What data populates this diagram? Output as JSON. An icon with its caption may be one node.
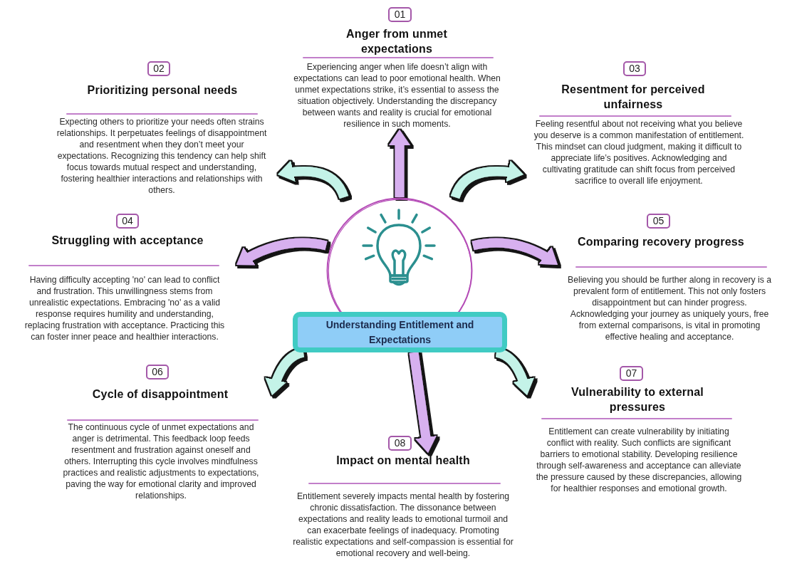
{
  "diagram": {
    "nodes": [
      {
        "text": [
          "Understanding Entitlement and Expectations"
        ]
      },
      {
        "text": [],
        "shape": "circle"
      },
      {
        "text": [
          "01"
        ]
      },
      {
        "text": [
          "Anger from unmet expectations",
          "Experiencing anger when life doesn’t align with expectations can lead to poor emotional health. When unmet expectations strike, it’s essential to assess the situation objectively. Understanding the discrepancy between wants and reality is crucial for emotional resilience in such moments."
        ]
      },
      {
        "text": [
          "02"
        ]
      },
      {
        "text": [
          "Prioritizing personal needs",
          "Expecting others to prioritize your needs often strains relationships. It perpetuates feelings of disappointment and resentment when they don’t meet your expectations. Recognizing this tendency can help shift focus towards mutual respect and understanding, fostering healthier interactions and relationships with others."
        ]
      },
      {
        "text": [
          "03"
        ]
      },
      {
        "text": [
          "Resentment for perceived unfairness",
          "Feeling resentful about not receiving what you believe you deserve is a common manifestation of entitlement. This mindset can cloud judgment, making it difficult to appreciate life’s positives. Acknowledging and cultivating gratitude can shift focus from perceived sacrifice to overall life enjoyment."
        ]
      },
      {
        "text": [
          "04"
        ]
      },
      {
        "text": [
          "Struggling with acceptance",
          "Having difficulty accepting 'no' can lead to conflict and frustration. This unwillingness stems from unrealistic expectations. Embracing 'no' as a valid response requires humility and understanding, replacing frustration with acceptance. Practicing this can foster inner peace and healthier interactions."
        ]
      },
      {
        "text": [
          "05"
        ]
      },
      {
        "text": [
          "Comparing recovery progress",
          "Believing you should be further along in recovery is a prevalent form of entitlement. This not only fosters disappointment but can hinder progress. Acknowledging your journey as uniquely yours, free from external comparisons, is vital in promoting effective healing and acceptance."
        ]
      },
      {
        "text": [
          "06"
        ]
      },
      {
        "text": [
          "Cycle of disappointment",
          "The continuous cycle of unmet expectations and anger is detrimental. This feedback loop feeds resentment and frustration against oneself and others. Interrupting this cycle involves mindfulness practices and realistic adjustments to expectations, paving the way for emotional clarity and improved relationships."
        ]
      },
      {
        "text": [
          "07"
        ]
      },
      {
        "text": [
          "Vulnerability to external pressures",
          "Entitlement can create vulnerability by initiating conflict with reality. Such conflicts are significant barriers to emotional stability. Developing resilience through self-awareness and acceptance can alleviate the pressure caused by these discrepancies, allowing for healthier responses and emotional growth."
        ]
      },
      {
        "text": [
          "08"
        ]
      },
      {
        "text": [
          "Impact on mental health",
          "Entitlement severely impacts mental health by fostering chronic dissatisfaction. The dissonance between expectations and reality leads to emotional turmoil and can exacerbate feelings of inadequacy. Promoting realistic expectations and self-compassion is essential for emotional recovery and well-being."
        ]
      }
    ],
    "edges": [
      {
        "from": 1,
        "to": 3,
        "arrow": "to",
        "color": "#d7b0ef"
      },
      {
        "from": 1,
        "to": 5,
        "arrow": "to",
        "color": "#c4f3e8"
      },
      {
        "from": 1,
        "to": 7,
        "arrow": "to",
        "color": "#c4f3e8"
      },
      {
        "from": 1,
        "to": 9,
        "arrow": "to",
        "color": "#d7b0ef"
      },
      {
        "from": 1,
        "to": 11,
        "arrow": "to",
        "color": "#d7b0ef"
      },
      {
        "from": 0,
        "to": 13,
        "arrow": "to",
        "color": "#c4f3e8"
      },
      {
        "from": 0,
        "to": 15,
        "arrow": "to",
        "color": "#c4f3e8"
      },
      {
        "from": 0,
        "to": 17,
        "arrow": "to",
        "color": "#d7b0ef"
      }
    ]
  }
}
